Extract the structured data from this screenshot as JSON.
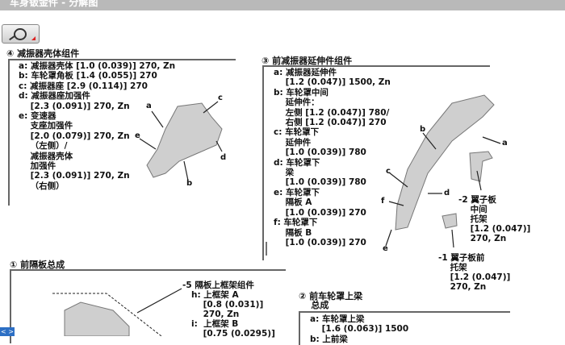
{
  "header": {
    "title": "车身钣金件 - 分解图"
  },
  "toolbar": {
    "zoom_icon": "magnifier-icon"
  },
  "section4": {
    "title": "④ 减振器壳体组件",
    "lines": "a: 减振器壳体 [1.0 (0.039)] 270, Zn\nb: 车轮罩角板 [1.4 (0.055)] 270\nc: 减振器座 [2.9 (0.114)] 270\nd: 减振器座加强件\n    [2.3 (0.091)] 270, Zn\ne: 变速器\n    支座加强件\n    [2.0 (0.079)] 270, Zn\n    （左侧）/\n    减振器壳体\n    加强件\n    [2.3 (0.091)] 270, Zn\n    （右侧）",
    "callouts": [
      "a",
      "b",
      "c",
      "d",
      "e"
    ]
  },
  "section3": {
    "title": "③ 前减振器延伸件组件",
    "lines": "a: 减振器延伸件\n    [1.2 (0.047)] 1500, Zn\nb: 车轮罩中间\n    延伸件：\n    左侧 [1.2 (0.047)] 780/\n    右侧 [1.2 (0.047)] 270\nc: 车轮罩下\n    延伸件\n    [1.0 (0.039)] 780\nd: 车轮罩下\n    梁\n    [1.0 (0.039)] 780\ne: 车轮罩下\n    隔板 A\n    [1.0 (0.039)] 270\nf: 车轮罩下\n    隔板 B\n    [1.0 (0.039)] 270",
    "callouts": [
      "a",
      "b",
      "c",
      "d",
      "e",
      "f"
    ],
    "note2": "-2 翼子板\n    中间\n    托架\n    [1.2 (0.047)]\n    270, Zn",
    "note1": "-1 翼子板前\n    托架\n    [1.2 (0.047)]\n    270, Zn"
  },
  "section1": {
    "title": "① 前隔板总成",
    "note5": "-5 隔板上框架组件\n   h: 上框架 A\n       [0.8 (0.031)]\n       270, Zn\n   i:  上框架 B\n       [0.75 (0.0295)]"
  },
  "section2": {
    "title": "② 前车轮罩上梁\n    总成",
    "lines": "a: 车轮罩上梁\n    [1.6 (0.063)] 1500\nb: 上前梁"
  },
  "nav": {
    "label": "< >"
  }
}
